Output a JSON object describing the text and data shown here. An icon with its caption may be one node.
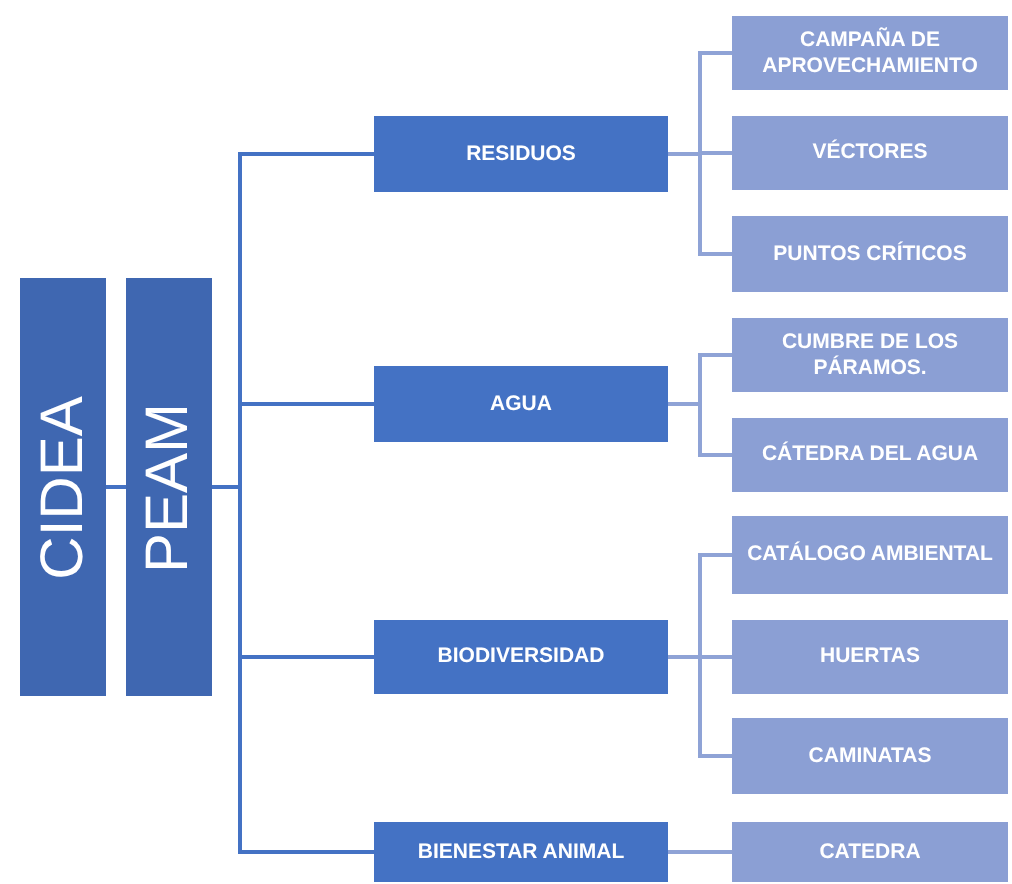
{
  "diagram": {
    "nodes": [
      {
        "text": [
          "CIDEA"
        ]
      },
      {
        "text": [
          "PEAM"
        ]
      },
      {
        "text": [
          "RESIDUOS"
        ]
      },
      {
        "text": [
          "CAMPAÑA DE APROVECHAMIENTO"
        ]
      },
      {
        "text": [
          "VÉCTORES"
        ]
      },
      {
        "text": [
          "PUNTOS CRÍTICOS"
        ]
      },
      {
        "text": [
          "AGUA"
        ]
      },
      {
        "text": [
          "CUMBRE DE LOS PÁRAMOS."
        ]
      },
      {
        "text": [
          "CÁTEDRA DEL AGUA"
        ]
      },
      {
        "text": [
          "BIODIVERSIDAD"
        ]
      },
      {
        "text": [
          "CATÁLOGO AMBIENTAL"
        ]
      },
      {
        "text": [
          "HUERTAS"
        ]
      },
      {
        "text": [
          "CAMINATAS"
        ]
      },
      {
        "text": [
          "BIENESTAR ANIMAL"
        ]
      },
      {
        "text": [
          "CATEDRA"
        ]
      }
    ],
    "edges": [
      {
        "from": 0,
        "to": 1,
        "arrow": "none",
        "color": "#4472c4"
      },
      {
        "from": 1,
        "to": 2,
        "arrow": "none",
        "color": "#4472c4"
      },
      {
        "from": 1,
        "to": 6,
        "arrow": "none",
        "color": "#4472c4"
      },
      {
        "from": 1,
        "to": 9,
        "arrow": "none",
        "color": "#4472c4"
      },
      {
        "from": 1,
        "to": 13,
        "arrow": "none",
        "color": "#4472c4"
      },
      {
        "from": 2,
        "to": 3,
        "arrow": "none"
      },
      {
        "from": 2,
        "to": 4,
        "arrow": "none"
      },
      {
        "from": 2,
        "to": 5,
        "arrow": "none"
      },
      {
        "from": 6,
        "to": 7,
        "arrow": "none"
      },
      {
        "from": 6,
        "to": 8,
        "arrow": "none"
      },
      {
        "from": 9,
        "to": 10,
        "arrow": "none"
      },
      {
        "from": 9,
        "to": 11,
        "arrow": "none"
      },
      {
        "from": 9,
        "to": 12,
        "arrow": "none"
      },
      {
        "from": 13,
        "to": 14,
        "arrow": "none"
      }
    ]
  }
}
